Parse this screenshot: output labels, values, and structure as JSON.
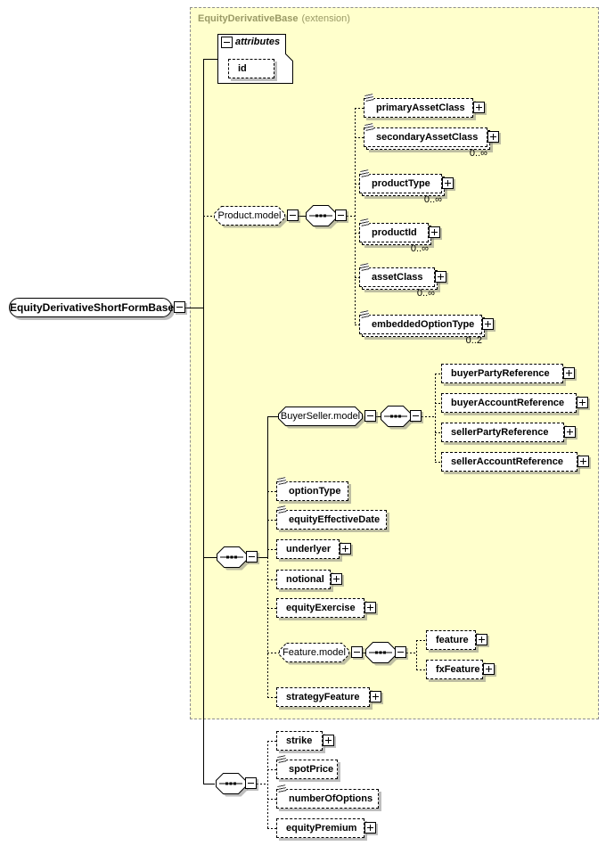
{
  "extension": {
    "title": "EquityDerivativeBase",
    "annotation": "(extension)"
  },
  "root": {
    "label": "EquityDerivativeShortFormBase"
  },
  "attributes": {
    "label": "attributes",
    "items": [
      {
        "label": "id"
      }
    ]
  },
  "product": {
    "group_label": "Product.model",
    "children": [
      {
        "label": "primaryAssetClass",
        "occurs": ""
      },
      {
        "label": "secondaryAssetClass",
        "occurs": "0..∞"
      },
      {
        "label": "productType",
        "occurs": "0..∞"
      },
      {
        "label": "productId",
        "occurs": "0..∞"
      },
      {
        "label": "assetClass",
        "occurs": "0..∞"
      },
      {
        "label": "embeddedOptionType",
        "occurs": "0..2"
      }
    ]
  },
  "buyer_seller": {
    "group_label": "BuyerSeller.model",
    "children": [
      {
        "label": "buyerPartyReference"
      },
      {
        "label": "buyerAccountReference"
      },
      {
        "label": "sellerPartyReference"
      },
      {
        "label": "sellerAccountReference"
      }
    ]
  },
  "main_sequence": {
    "children": [
      {
        "label": "optionType"
      },
      {
        "label": "equityEffectiveDate"
      },
      {
        "label": "underlyer"
      },
      {
        "label": "notional"
      },
      {
        "label": "equityExercise"
      },
      {
        "label": "strategyFeature"
      }
    ]
  },
  "feature": {
    "group_label": "Feature.model",
    "children": [
      {
        "label": "feature"
      },
      {
        "label": "fxFeature"
      }
    ]
  },
  "tail_sequence": {
    "children": [
      {
        "label": "strike"
      },
      {
        "label": "spotPrice"
      },
      {
        "label": "numberOfOptions"
      },
      {
        "label": "equityPremium"
      }
    ]
  }
}
